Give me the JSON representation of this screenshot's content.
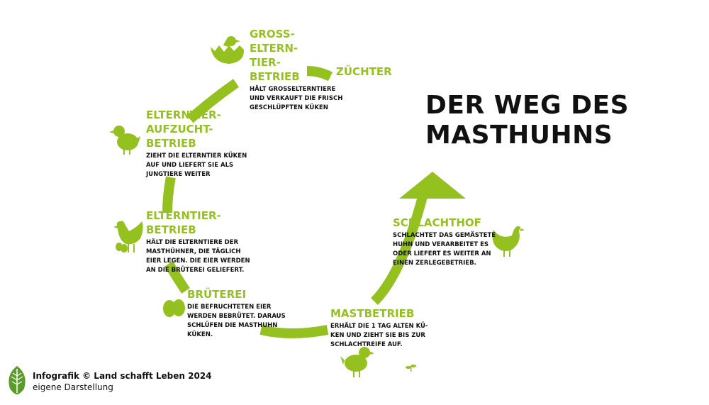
{
  "title": [
    "DER WEG DES",
    "MASTHUHNS"
  ],
  "side_label": "ZÜCHTER",
  "stages": [
    {
      "name": [
        "GROSS-",
        "ELTERN-",
        "TIER-",
        "BETRIEB"
      ],
      "text": [
        "HÄLT GROSSELTERNTIERE",
        "UND VERKAUFT DIE FRISCH",
        "GESCHLÜPFTEN KÜKEN"
      ],
      "icon": "hatching-chick-icon"
    },
    {
      "name": [
        "ELTERNTIER-",
        "AUFZUCHT-",
        "BETRIEB"
      ],
      "text": [
        "ZIEHT DIE ELTERNTIER KÜKEN",
        "AUF UND LIEFERT SIE ALS",
        "JUNGTIERE WEITER"
      ],
      "icon": "chick-icon"
    },
    {
      "name": [
        "ELTERNTIER-",
        "BETRIEB"
      ],
      "text": [
        "HÄLT DIE ELTERNTIERE DER",
        "MASTHÜHNER, DIE TÄGLICH",
        "EIER LEGEN. DIE EIER WERDEN",
        "AN DIE BRÜTEREI GELIEFERT."
      ],
      "icon": "hen-with-eggs-icon"
    },
    {
      "name": [
        "BRÜTEREI"
      ],
      "text": [
        "DIE BEFRUCHTETEN EIER",
        "WERDEN BEBRÜTET. DARAUS",
        "SCHLÜFEN DIE MASTHUHN",
        "KÜKEN."
      ],
      "icon": "eggs-icon"
    },
    {
      "name": [
        "MASTBETRIEB"
      ],
      "text": [
        "ERHÄLT DIE 1 TAG ALTEN KÜ-",
        "KEN UND ZIEHT SIE BIS ZUR",
        "SCHLACHTREIFE AUF."
      ],
      "icon": "chick-icon"
    },
    {
      "name": [
        "SCHLACHTHOF"
      ],
      "text": [
        "SCHLACHTET DAS GEMÄSTETE",
        "HUHN UND VERARBEITET ES",
        "ODER LIEFERT ES WEITER AN",
        "EINEN ZERLEGEBETRIEB."
      ],
      "icon": "hen-icon"
    }
  ],
  "footer": {
    "line1": "Infografik © Land schafft Leben 2024",
    "line2": "eigene Darstellung",
    "logo_icon": "leaf-logo-icon"
  },
  "colors": {
    "accent": "#94c11f",
    "text": "#111111",
    "background": "#ffffff"
  }
}
